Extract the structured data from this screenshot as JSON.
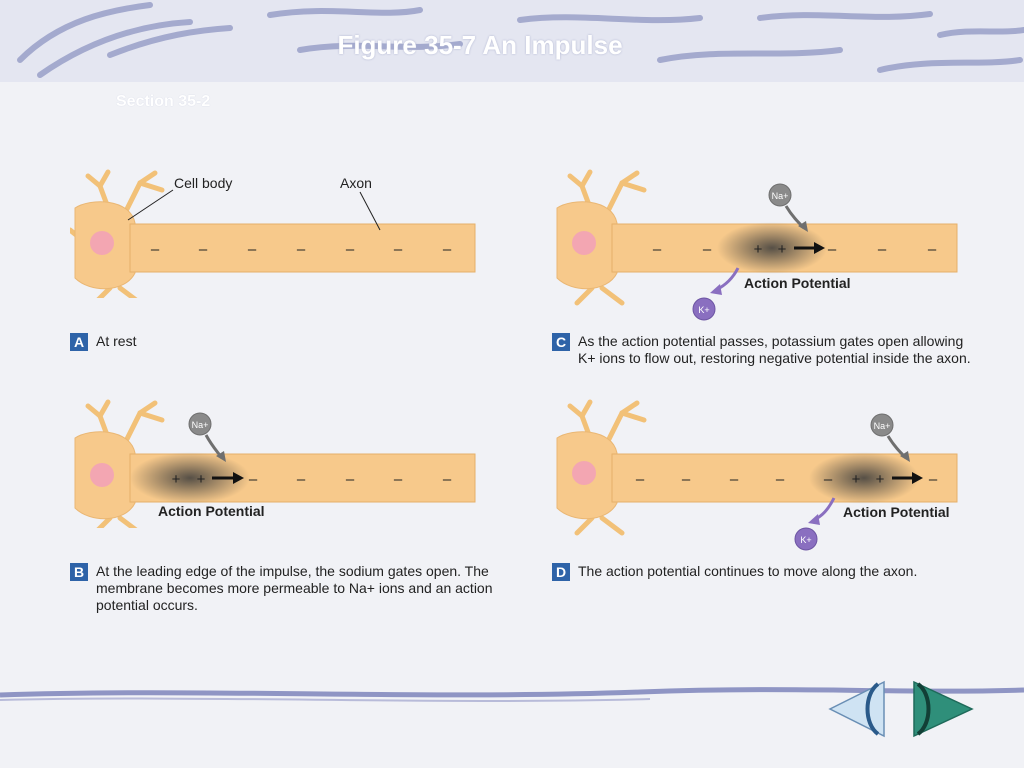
{
  "slide": {
    "title": "Figure 35-7 An Impulse",
    "section": "Section 35-2"
  },
  "labels": {
    "cell_body": "Cell body",
    "axon": "Axon",
    "action_potential": "Action Potential",
    "na_ion": "Na+",
    "k_ion": "K+",
    "minus": "–",
    "plus": "+"
  },
  "panels": [
    {
      "letter": "A",
      "caption": "At rest"
    },
    {
      "letter": "B",
      "caption": "At the leading edge of the impulse, the sodium gates open.  The membrane becomes more permeable to Na+ ions and an action potential occurs."
    },
    {
      "letter": "C",
      "caption": "As the action potential passes, potassium gates open allowing K+ ions to flow out, restoring negative potential inside the axon."
    },
    {
      "letter": "D",
      "caption": "The action potential continues to move along the axon."
    }
  ],
  "colors": {
    "axon": "#f7c98b",
    "nucleus": "#f3a6b2",
    "na_ion": "#8a8a8a",
    "k_ion": "#8a6fc0",
    "letter_box": "#2e63a8",
    "decor": "#9aa0c8"
  },
  "nav": {
    "prev_icon": "chevron-left-icon",
    "next_icon": "chevron-right-icon"
  }
}
